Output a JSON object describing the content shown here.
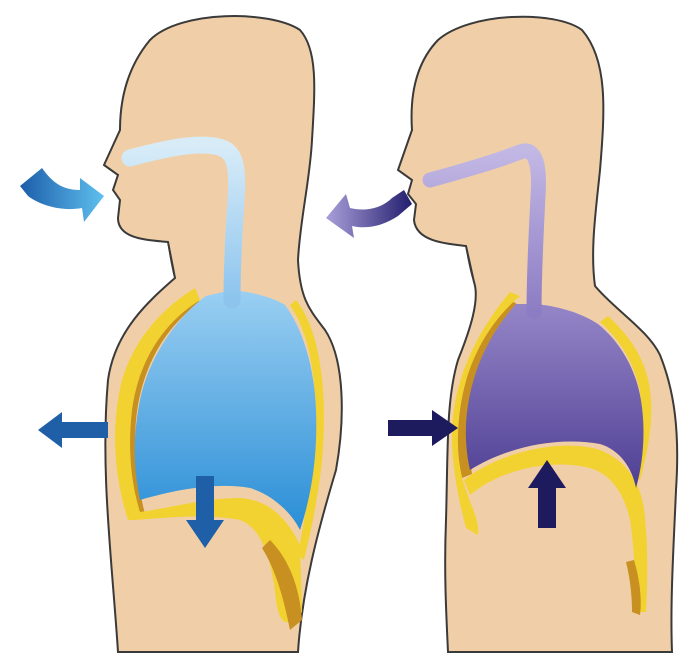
{
  "diagram": {
    "panels": [
      {
        "id": "inhalation",
        "phase": "inhale",
        "lung_color": "light blue",
        "airway_color": "light blue"
      },
      {
        "id": "exhalation",
        "phase": "exhale",
        "lung_color": "purple",
        "airway_color": "lavender"
      }
    ],
    "arrows": {
      "inhale": [
        "air-in-curved-arrow",
        "chest-expand-left-arrow",
        "diaphragm-down-arrow"
      ],
      "exhale": [
        "air-out-curved-arrow",
        "chest-contract-right-arrow",
        "diaphragm-up-arrow"
      ]
    },
    "colors": {
      "skin": "#F0CFA8",
      "outline": "#3A3A3A",
      "inhale_lung_top": "#8FC8F0",
      "inhale_lung_bottom": "#2E93D9",
      "inhale_arrow": "#1F5FA8",
      "exhale_lung_top": "#8A78C0",
      "exhale_lung_bottom": "#55459A",
      "exhale_arrow": "#1E1A5E",
      "ribcage_yellow": "#F2D230",
      "ribcage_brown": "#C89020"
    }
  }
}
